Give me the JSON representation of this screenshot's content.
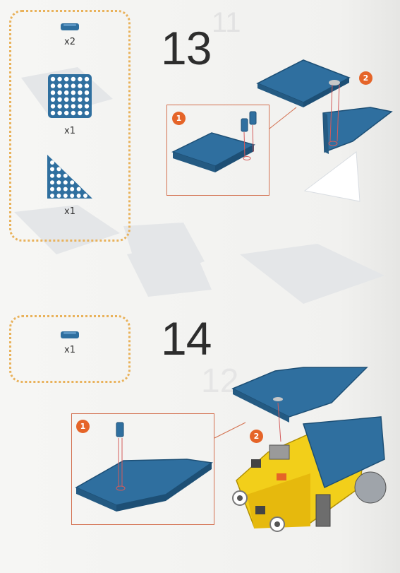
{
  "step_13": {
    "number": "13",
    "parts": [
      {
        "icon": "connector-peg-icon",
        "qty": "x2"
      },
      {
        "icon": "square-plate-icon",
        "qty": "x1"
      },
      {
        "icon": "triangle-plate-icon",
        "qty": "x1"
      }
    ],
    "callouts": [
      "1",
      "2"
    ]
  },
  "step_14": {
    "number": "14",
    "parts": [
      {
        "icon": "connector-peg-icon",
        "qty": "x1"
      }
    ],
    "callouts": [
      "1",
      "2"
    ]
  },
  "colors": {
    "part_blue": "#2f6f9f",
    "robot_yellow": "#f2cf1a",
    "badge_orange": "#e56428",
    "callout_border": "#d36f4e",
    "parts_border": "#e9b25b"
  }
}
